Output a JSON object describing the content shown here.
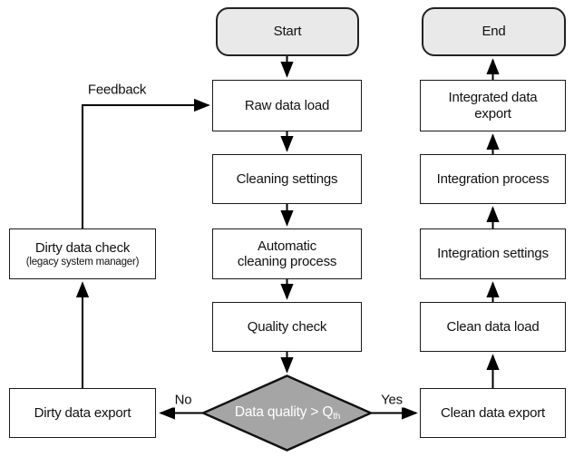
{
  "diagram": {
    "type": "flowchart",
    "colors": {
      "background": "#ffffff",
      "terminal_fill": "#e9e9e9",
      "process_fill": "#ffffff",
      "decision_fill": "#a5a5a5",
      "border": "#1a1a1a",
      "line": "#000000",
      "decision_text": "#ffffff",
      "text": "#111111"
    },
    "nodes": {
      "start": {
        "label": "Start",
        "shape": "terminal"
      },
      "end": {
        "label": "End",
        "shape": "terminal"
      },
      "raw_data_load": {
        "label": "Raw data load",
        "shape": "process"
      },
      "cleaning_settings": {
        "label": "Cleaning settings",
        "shape": "process"
      },
      "automatic_cleaning_process": {
        "label": "Automatic cleaning process",
        "shape": "process"
      },
      "quality_check": {
        "label": "Quality check",
        "shape": "process"
      },
      "decision": {
        "label_main": "Data quality > Q",
        "label_sub": "th",
        "shape": "decision"
      },
      "dirty_data_check": {
        "label": "Dirty data check",
        "sublabel": "(legacy system manager)",
        "shape": "process"
      },
      "dirty_data_export": {
        "label": "Dirty data export",
        "shape": "process"
      },
      "clean_data_export": {
        "label": "Clean data export",
        "shape": "process"
      },
      "clean_data_load": {
        "label": "Clean data load",
        "shape": "process"
      },
      "integration_settings": {
        "label": "Integration settings",
        "shape": "process"
      },
      "integration_process": {
        "label": "Integration process",
        "shape": "process"
      },
      "integrated_data_export": {
        "label": "Integrated data export",
        "shape": "process"
      }
    },
    "edge_labels": {
      "feedback": "Feedback",
      "no": "No",
      "yes": "Yes"
    }
  }
}
